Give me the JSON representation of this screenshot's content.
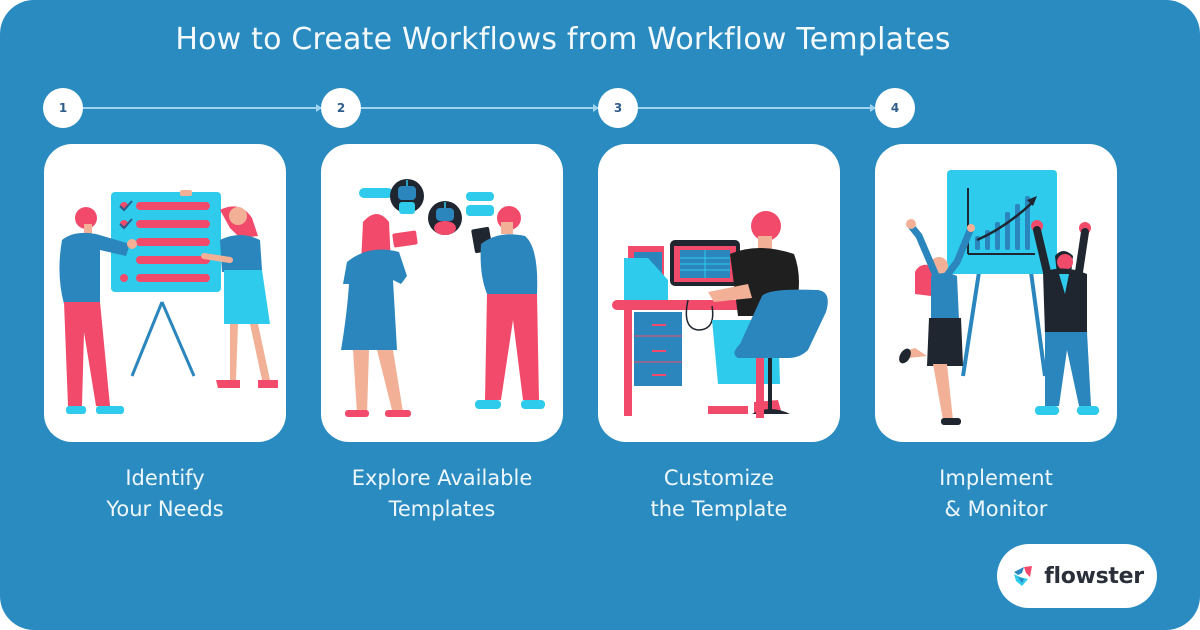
{
  "title": "How to Create Workflows from Workflow Templates",
  "colors": {
    "background": "#2a8bc0",
    "card": "#ffffff",
    "connector": "#9fd3ef",
    "step_number": "#2f5d8a",
    "accent_pink": "#f24a6b",
    "accent_cyan": "#2ecbec",
    "accent_blue": "#2a86bd",
    "dark": "#1f2630"
  },
  "steps": [
    {
      "number": "1",
      "label_line1": "Identify",
      "label_line2": "Your Needs",
      "illustration": "people-with-checklist-board"
    },
    {
      "number": "2",
      "label_line1": "Explore Available",
      "label_line2": "Templates",
      "illustration": "people-chatting-with-chatbots"
    },
    {
      "number": "3",
      "label_line1": "Customize",
      "label_line2": "the Template",
      "illustration": "person-at-desk-computer"
    },
    {
      "number": "4",
      "label_line1": "Implement",
      "label_line2": "& Monitor",
      "illustration": "people-celebrating-growth-chart"
    }
  ],
  "logo": {
    "text": "flowster",
    "icon": "flowster-logo-icon"
  }
}
